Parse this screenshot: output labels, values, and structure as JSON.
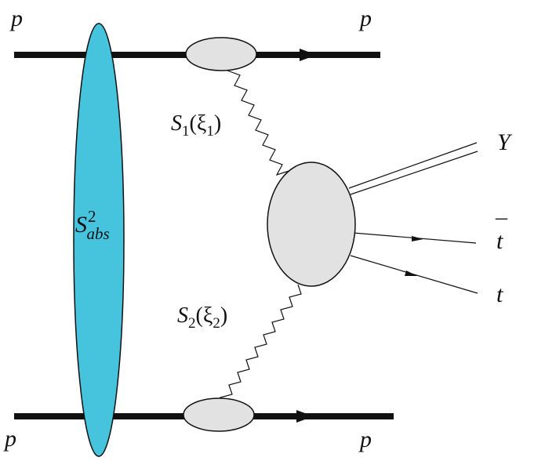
{
  "labels": {
    "p_top_left": "p",
    "p_top_right": "p",
    "p_bottom_left": "p",
    "p_bottom_right": "p",
    "absorption": {
      "base": "S",
      "sup": "2",
      "sub": "abs"
    },
    "flux_1": {
      "base": "S",
      "sub": "1",
      "arg": "(ξ",
      "arg_sub": "1",
      "close": ")"
    },
    "flux_2": {
      "base": "S",
      "sub": "2",
      "arg": "(ξ",
      "arg_sub": "2",
      "close": ")"
    },
    "Y": "Y",
    "tbar": "t",
    "tbar_bar": "¯",
    "t": "t"
  },
  "colors": {
    "absorption_blob": "#46c4de",
    "vertex_fill": "#e2e2e2",
    "line": "#111111"
  }
}
